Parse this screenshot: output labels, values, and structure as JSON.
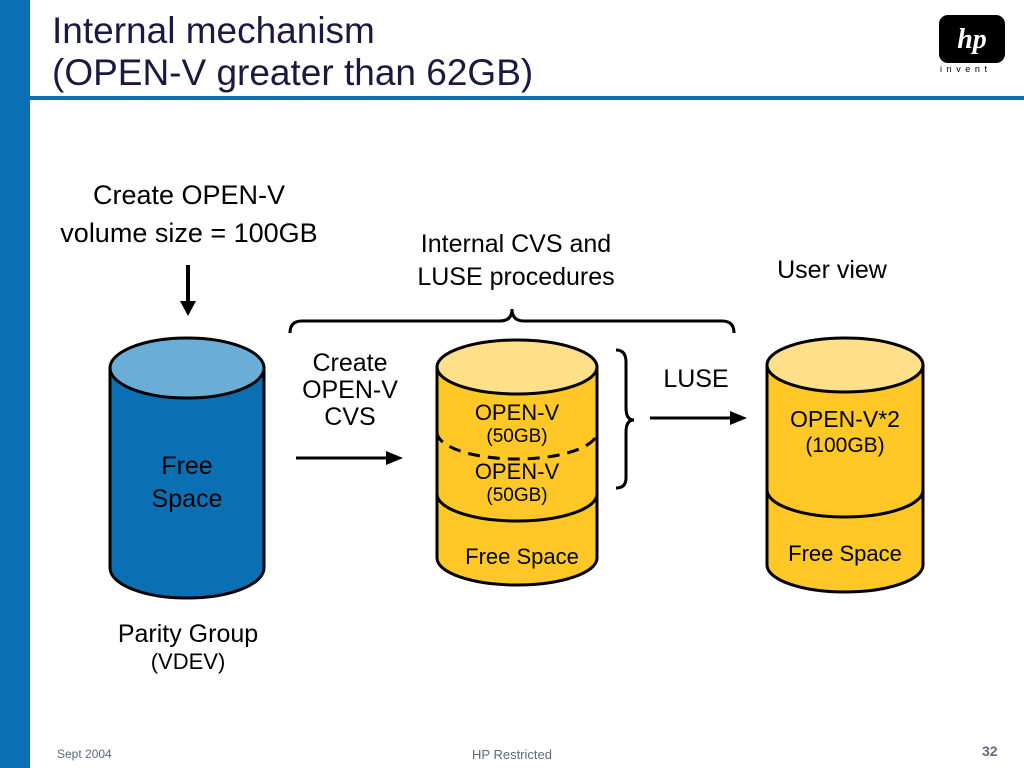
{
  "slide": {
    "title_line1": "Internal mechanism",
    "title_line2": "(OPEN-V greater than 62GB)",
    "logo_text": "hp",
    "logo_tagline": "invent"
  },
  "left": {
    "create_line1": "Create OPEN-V",
    "create_line2": "volume size = 100GB",
    "cyl_line1": "Free",
    "cyl_line2": "Space",
    "caption_line1": "Parity Group",
    "caption_line2": "(VDEV)"
  },
  "middle": {
    "bracket_line1": "Internal CVS and",
    "bracket_line2": "LUSE procedures",
    "step_line1": "Create",
    "step_line2": "OPEN-V",
    "step_line3": "CVS",
    "seg1_name": "OPEN-V",
    "seg1_size": "(50GB)",
    "seg2_name": "OPEN-V",
    "seg2_size": "(50GB)",
    "free": "Free Space"
  },
  "right": {
    "luse": "LUSE",
    "user_view": "User view",
    "seg_name": "OPEN-V*2",
    "seg_size": "(100GB)",
    "free": "Free Space"
  },
  "footer": {
    "date": "Sept 2004",
    "classification": "HP Restricted",
    "page": "32"
  },
  "colors": {
    "accent_blue": "#0a6fb3",
    "cylinder_blue": "#0a6fb3",
    "cylinder_blue_top": "#6aaed8",
    "cylinder_yellow": "#ffc826",
    "cylinder_yellow_top": "#ffe08a"
  }
}
